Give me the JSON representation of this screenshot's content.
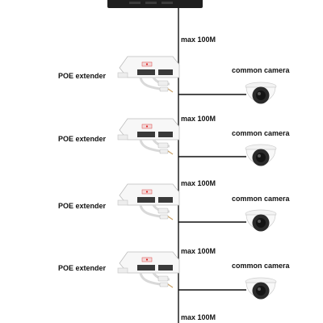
{
  "switch": {
    "icon": "network-switch-icon",
    "color": "#222222"
  },
  "cable_color": "#111111",
  "segments": [
    {
      "distance_label": "max 100M"
    },
    {
      "distance_label": "max 100M"
    },
    {
      "distance_label": "max 100M"
    },
    {
      "distance_label": "max 100M"
    },
    {
      "distance_label": "max 100M"
    }
  ],
  "nodes": [
    {
      "extender_label": "POE extender",
      "extender_icon": "poe-extender-icon",
      "camera_label": "common camera",
      "camera_icon": "dome-camera-icon"
    },
    {
      "extender_label": "POE extender",
      "extender_icon": "poe-extender-icon",
      "camera_label": "common camera",
      "camera_icon": "dome-camera-icon"
    },
    {
      "extender_label": "POE extender",
      "extender_icon": "poe-extender-icon",
      "camera_label": "common camera",
      "camera_icon": "dome-camera-icon"
    },
    {
      "extender_label": "POE extender",
      "extender_icon": "poe-extender-icon",
      "camera_label": "common camera",
      "camera_icon": "dome-camera-icon"
    }
  ]
}
